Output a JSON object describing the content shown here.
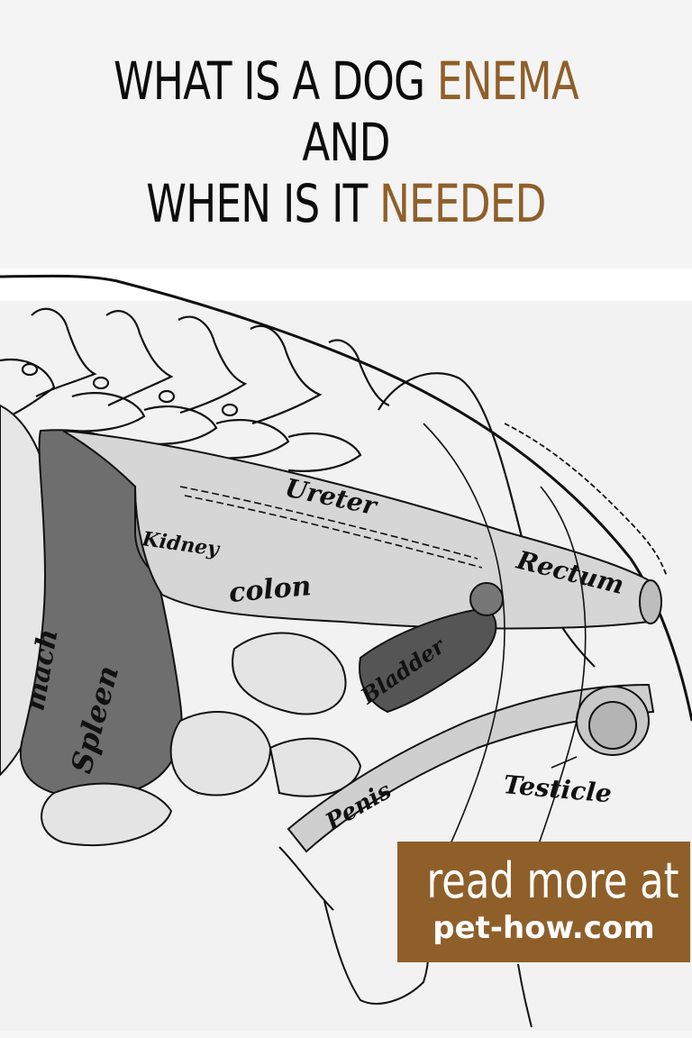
{
  "title": {
    "line1_prefix": "WHAT IS A DOG ",
    "line1_accent": "ENEMA",
    "line1_suffix": " AND",
    "line2_prefix": "WHEN IS IT ",
    "line2_accent": "NEEDED",
    "text_color": "#0c0c0c",
    "accent_color": "#8f5f2a"
  },
  "illustration": {
    "subject": "dog abdominal anatomy diagram",
    "labels": {
      "stomach": "mach",
      "spleen": "Spleen",
      "kidney": "Kidney",
      "ureter": "Ureter",
      "colon": "colon",
      "rectum": "Rectum",
      "bladder": "Bladder",
      "penis": "Penis",
      "testicle": "Testicle"
    }
  },
  "cta": {
    "line1": "read more at",
    "line2": "pet-how.com",
    "background": "#8f5f2a",
    "text_color": "#ffffff"
  }
}
